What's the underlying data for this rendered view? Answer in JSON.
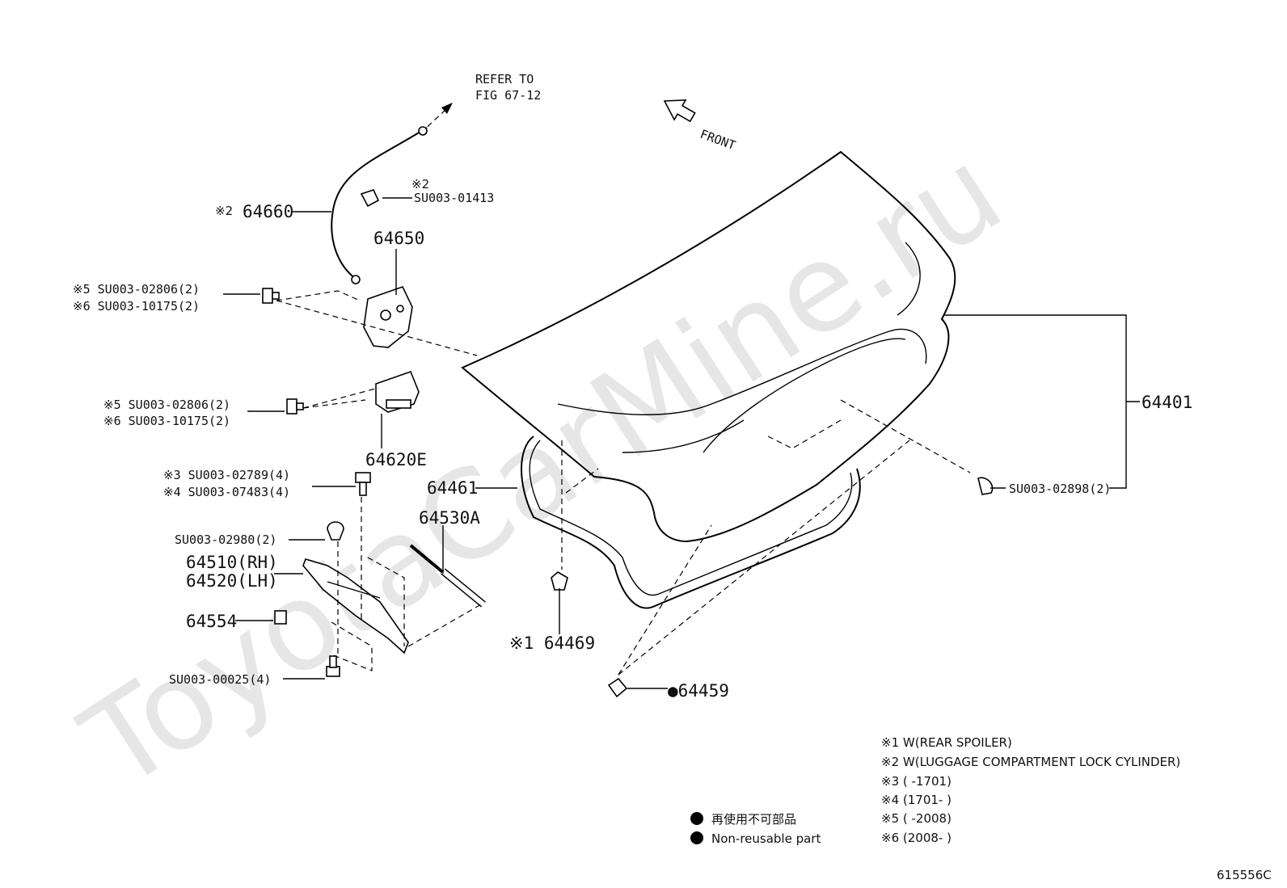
{
  "watermark": "ToyotaCarMine.ru",
  "refer": {
    "line1": "REFER TO",
    "line2": "FIG 67-12"
  },
  "front_label": "FRONT",
  "callouts": {
    "p64660": "64660",
    "p64660_mark": "※2",
    "p01413_mark": "※2",
    "p01413": "SU003-01413",
    "p64650": "64650",
    "bolt1_a": "※5 SU003-02806(2)",
    "bolt1_b": "※6 SU003-10175(2)",
    "bolt2_a": "※5 SU003-02806(2)",
    "bolt2_b": "※6 SU003-10175(2)",
    "p64620E": "64620E",
    "bolt3_a": "※3 SU003-02789(4)",
    "bolt3_b": "※4 SU003-07483(4)",
    "p02980": "SU003-02980(2)",
    "p64510": "64510(RH)",
    "p64520": "64520(LH)",
    "p64554": "64554",
    "p00025": "SU003-00025(4)",
    "p64530A": "64530A",
    "p64461": "64461",
    "p64469": "※1 64469",
    "p64459": "●64459",
    "p64401": "64401",
    "p02898": "SU003-02898(2)"
  },
  "notes": [
    "※1 W(REAR SPOILER)",
    "※2 W(LUGGAGE COMPARTMENT LOCK CYLINDER)",
    "※3 (      -1701)",
    "※4 (1701-      )",
    "※5 (      -2008)",
    "※6 (2008-      )"
  ],
  "legend": {
    "line1": "再使用不可部品",
    "line2": "Non-reusable part"
  },
  "figure_code": "615556C"
}
